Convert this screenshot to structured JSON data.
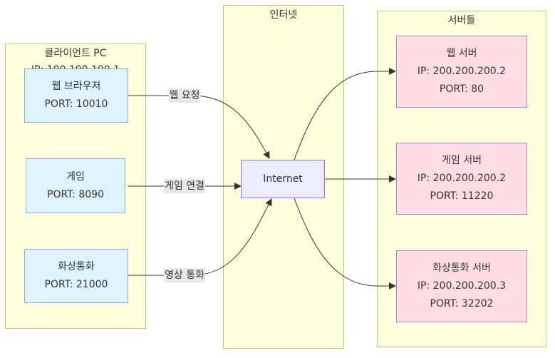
{
  "clusters": {
    "client": {
      "title": "클라이언트 PC",
      "subtitle": "IP: 100.100.100.1"
    },
    "internet": {
      "title": "인터넷"
    },
    "servers": {
      "title": "서버들"
    }
  },
  "client_nodes": [
    {
      "name": "웹 브라우저",
      "port": "PORT: 10010"
    },
    {
      "name": "게임",
      "port": "PORT: 8090"
    },
    {
      "name": "화상통화",
      "port": "PORT: 21000"
    }
  ],
  "internet_node": {
    "label": "Internet"
  },
  "server_nodes": [
    {
      "name": "웹 서버",
      "ip": "IP: 200.200.200.2",
      "port": "PORT: 80"
    },
    {
      "name": "게임 서버",
      "ip": "IP: 200.200.200.2",
      "port": "PORT: 11220"
    },
    {
      "name": "화상통화 서버",
      "ip": "IP: 200.200.200.3",
      "port": "PORT: 32202"
    }
  ],
  "edge_labels": [
    "웹 요청",
    "게임 연결",
    "영상 통화"
  ],
  "colors": {
    "cluster_fill": "#ffffde",
    "client_fill": "#dff3fd",
    "server_fill": "#ffdde3",
    "internet_fill": "#ececff",
    "edge_stroke": "#333333"
  }
}
